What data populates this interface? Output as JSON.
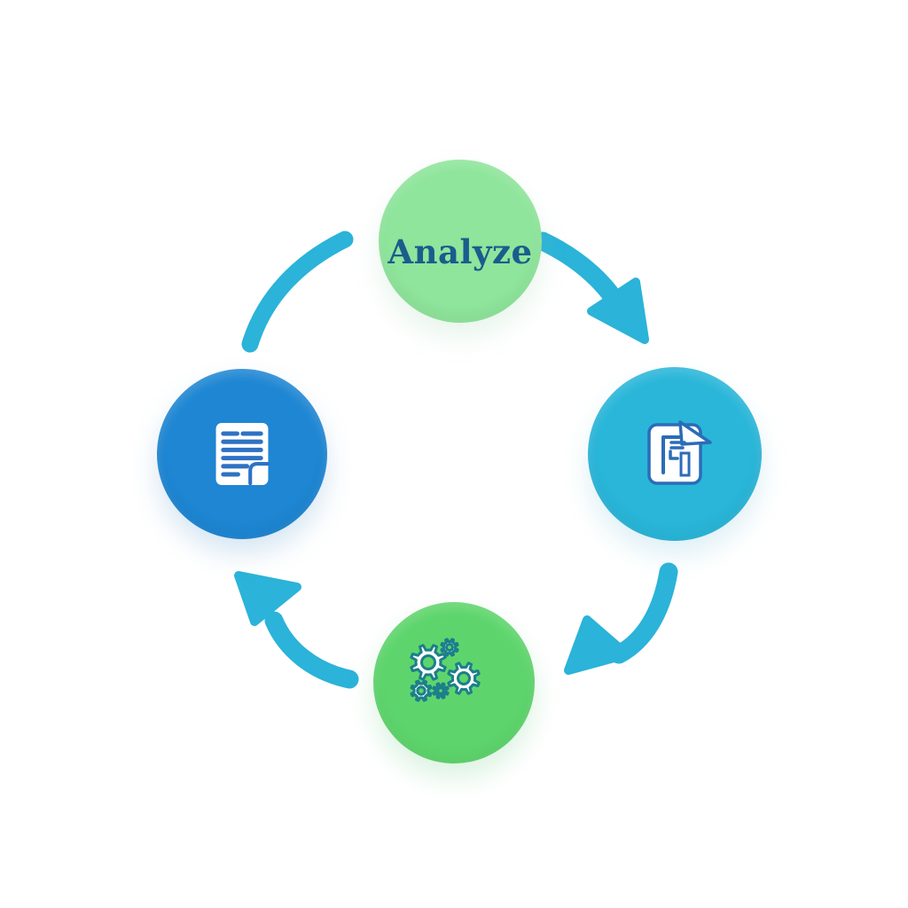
{
  "colors": {
    "background": "#ffffff",
    "arrow": "#2bb3d9",
    "node-top": "#8ee59b",
    "node-right": "#29b6d9",
    "node-bottom": "#5ed56c",
    "node-left": "#1e86d3",
    "label-text": "#1b5c8d",
    "doc-line-blue": "#2e72c4",
    "file-outline-blue": "#2b6cb8",
    "gear-outline-teal": "#1c7f8a",
    "icon-fill": "#ffffff"
  },
  "diagram": {
    "type": "cycle",
    "direction": "clockwise",
    "nodes": [
      {
        "position": "top",
        "label": "Analyze",
        "icon": null,
        "color": "#8ee59b"
      },
      {
        "position": "right",
        "label": "",
        "icon": "file-folded-corner-icon",
        "color": "#29b6d9"
      },
      {
        "position": "bottom",
        "label": "",
        "icon": "gears-icon",
        "color": "#5ed56c"
      },
      {
        "position": "left",
        "label": "",
        "icon": "document-lines-icon",
        "color": "#1e86d3"
      }
    ],
    "arrows": [
      {
        "from": "top",
        "to": "right",
        "has_head": true
      },
      {
        "from": "right",
        "to": "bottom",
        "has_head": true
      },
      {
        "from": "bottom",
        "to": "left",
        "has_head": true
      },
      {
        "from": "left",
        "to": "top",
        "has_head": false
      }
    ]
  }
}
